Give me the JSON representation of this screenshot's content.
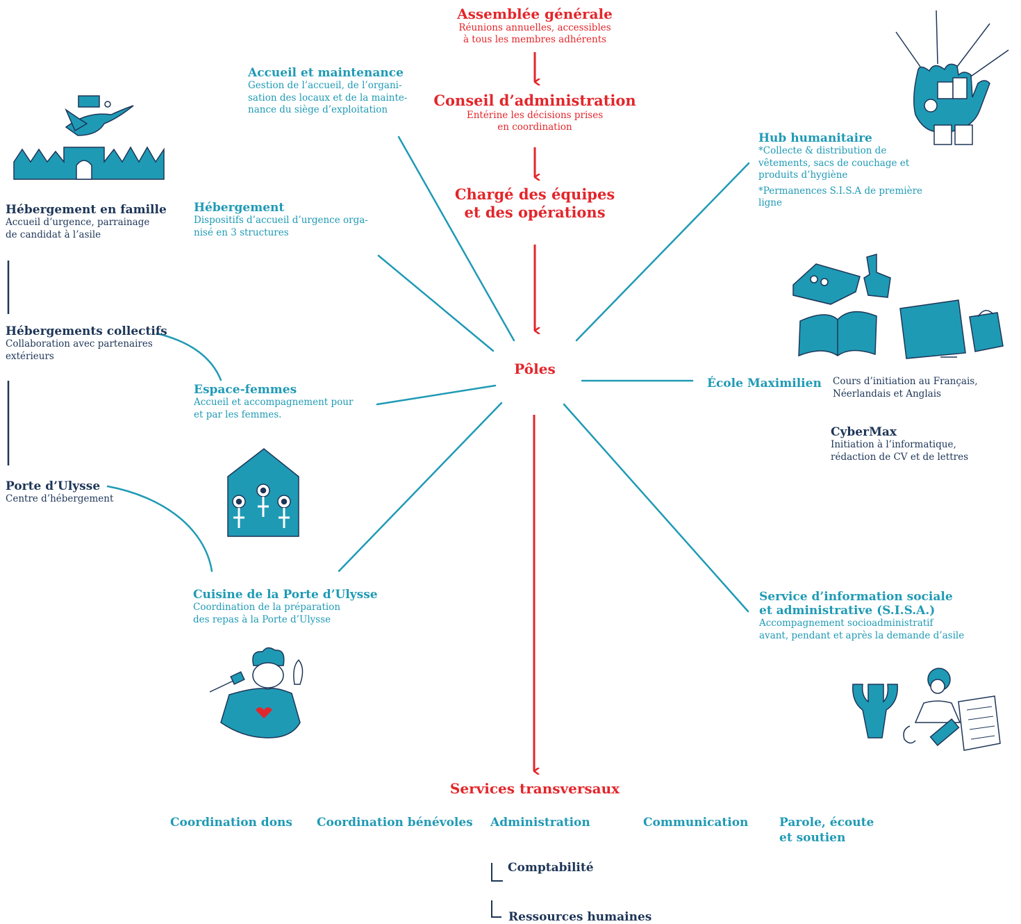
{
  "governance": {
    "assembly": {
      "title": "Assemblée générale",
      "line1": "Réunions annuelles, accessibles",
      "line2": "à tous les membres adhérents"
    },
    "board": {
      "title": "Conseil d’administration",
      "line1": "Entérine les décisions prises",
      "line2": "en coordination"
    },
    "manager": {
      "line1": "Chargé des équipes",
      "line2": "et des opérations"
    },
    "poles": "Pôles"
  },
  "left_poles": {
    "accueil": {
      "title": "Accueil et maintenance",
      "line1": "Gestion de l’accueil, de l’organi-",
      "line2": "sation des locaux et de la mainte-",
      "line3": "nance du siège d’exploitation"
    },
    "hebergement": {
      "title": "Hébergement",
      "line1": "Dispositifs d’accueil d’urgence orga-",
      "line2": "nisé en 3 structures"
    },
    "espace_femmes": {
      "title": "Espace-femmes",
      "line1": "Accueil et accompagnement pour",
      "line2": "et par les femmes."
    },
    "cuisine": {
      "title": "Cuisine de la Porte d’Ulysse",
      "line1": "Coordination de la préparation",
      "line2": "des repas à la Porte d’Ulysse"
    }
  },
  "structures": {
    "famille": {
      "title": "Hébergement en famille",
      "line1": "Accueil d’urgence, parrainage",
      "line2": "de candidat à l’asile"
    },
    "collectifs": {
      "title": "Hébergements collectifs",
      "line1": "Collaboration avec partenaires",
      "line2": "extérieurs"
    },
    "porte": {
      "title": "Porte d’Ulysse",
      "line1": "Centre d’hébergement"
    }
  },
  "right_poles": {
    "hub": {
      "title": "Hub humanitaire",
      "line1": "*Collecte & distribution de",
      "line2": "vêtements, sacs de couchage et",
      "line3": "produits d’hygiène",
      "line4": "*Permanences S.I.S.A de première",
      "line5": "ligne"
    },
    "ecole": {
      "title": "École Maximilien",
      "desc1": "Cours d’initiation au Français,",
      "desc2": "Néerlandais et Anglais"
    },
    "cybermax": {
      "title": "CyberMax",
      "line1": "Initiation à l’informatique,",
      "line2": "rédaction de CV et de lettres"
    },
    "sisa": {
      "title1": "Service d’information sociale",
      "title2": "et administrative (S.I.S.A.)",
      "line1": "Accompagnement socioadministratif",
      "line2": "avant, pendant et après la demande d’asile"
    }
  },
  "services": {
    "title": "Services transversaux",
    "items": [
      "Coordination dons",
      "Coordination bénévoles",
      "Administration",
      "Communication"
    ],
    "parole1": "Parole, écoute",
    "parole2": "et soutien",
    "sub1": "Comptabilité",
    "sub2": "Ressources humaines"
  },
  "colors": {
    "red": "#e3262b",
    "blue": "#1f9ab5",
    "navy": "#1d3557"
  },
  "illustrations": [
    "bird-houses-icon",
    "hands-clothes-icon",
    "books-school-icon",
    "women-house-icon",
    "chef-icon",
    "psychology-legal-icon"
  ]
}
